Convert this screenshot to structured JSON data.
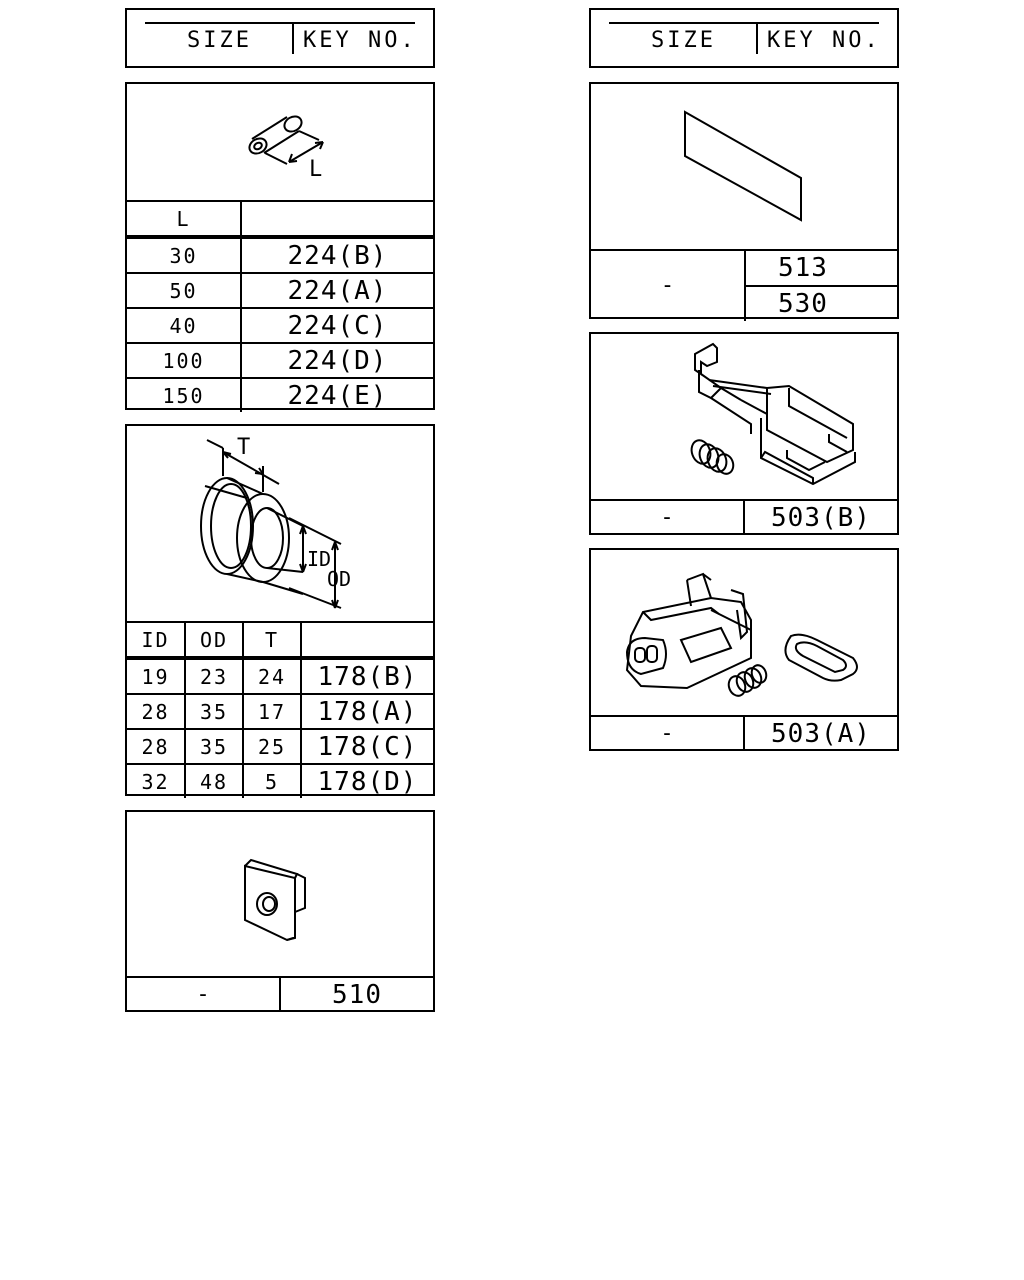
{
  "header": {
    "size_label": "SIZE",
    "key_label": "KEY NO."
  },
  "sleeve": {
    "dim_label": "L",
    "columns": [
      "L",
      ""
    ],
    "rows": [
      {
        "size": "30",
        "key": "224(B)"
      },
      {
        "size": "50",
        "key": "224(A)"
      },
      {
        "size": "40",
        "key": "224(C)"
      },
      {
        "size": "100",
        "key": "224(D)"
      },
      {
        "size": "150",
        "key": "224(E)"
      }
    ]
  },
  "grommet": {
    "dim_labels": {
      "t": "T",
      "id": "ID",
      "od": "OD"
    },
    "columns": [
      "ID",
      "OD",
      "T",
      ""
    ],
    "rows": [
      {
        "id": "19",
        "od": "23",
        "t": "24",
        "key": "178(B)"
      },
      {
        "id": "28",
        "od": "35",
        "t": "17",
        "key": "178(A)"
      },
      {
        "id": "28",
        "od": "35",
        "t": "25",
        "key": "178(C)"
      },
      {
        "id": "32",
        "od": "48",
        "t": "5",
        "key": "178(D)"
      }
    ]
  },
  "clip": {
    "size": "-",
    "key": "510"
  },
  "tape": {
    "size": "-",
    "keys": [
      "513",
      "530"
    ]
  },
  "connector_b": {
    "size": "-",
    "key": "503(B)"
  },
  "connector_a": {
    "size": "-",
    "key": "503(A)"
  }
}
